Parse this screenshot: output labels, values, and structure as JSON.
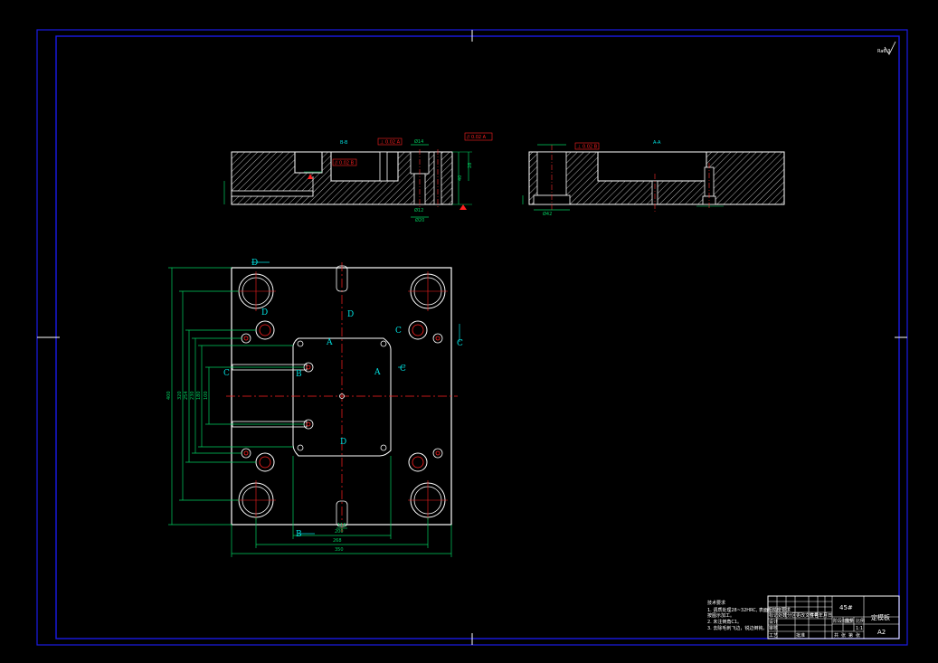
{
  "colors": {
    "background": "#000000",
    "frame": "#1a1ae6",
    "outline": "#ffffff",
    "dimension": "#00d060",
    "centerline": "#ff2020",
    "hidden": "#ff3030",
    "annotation": "#00e0e0",
    "tolerance_box": "#ff2020",
    "titleblock": "#ffffff"
  },
  "section_labels": {
    "section_a": "B-B",
    "section_b": "A-A"
  },
  "view_markers": {
    "d_top": "D",
    "d_mid": "D",
    "d_low": "D",
    "d_bottom": "D",
    "c_left": "C",
    "c_right_top": "C",
    "c_right_edge": "C",
    "c_mid": "C",
    "a_left": "A",
    "a_mid": "A",
    "b_left": "B",
    "b_bottom": "B"
  },
  "dimensions": {
    "overall_width": "350",
    "overall_height": "400",
    "inner_width": "268",
    "bottom_width": "200",
    "small_center": "110",
    "v1": "320",
    "v2": "254",
    "v3": "230",
    "v4": "180",
    "v5": "100",
    "sec_h1": "40",
    "sec_h2": "28",
    "sec_d1": "Ø20",
    "sec_d2": "Ø14",
    "sec_d3": "Ø12",
    "sec_d4": "Ø42"
  },
  "tolerances": {
    "t1": "⊥ 0.02 A",
    "t2": "// 0.02 B",
    "t3": "// 0.02 A",
    "t4": "⊥ 0.02 B"
  },
  "surface_mark": "Ra6.3",
  "notes": {
    "heading": "技术要求",
    "line1": "1. 调质处理28~32HRC,  表面粗糙度要求",
    "line2": "    按图示加工。",
    "line3": "2. 未注倒角C1。",
    "line4": "3. 去除毛刺飞边，锐边倒钝。"
  },
  "titleblock": {
    "material": "45#",
    "part_name": "定模板",
    "drawing_no": "A2",
    "scale": "1:1",
    "row_labels": [
      "标记",
      "处数",
      "分区",
      "更改文件号",
      "签名",
      "年月日"
    ],
    "roles": [
      "设计",
      "审核",
      "工艺",
      "批准"
    ],
    "meta": [
      "阶段标记",
      "重量",
      "比例"
    ],
    "sheet": [
      "共",
      "张",
      "第",
      "张"
    ]
  }
}
